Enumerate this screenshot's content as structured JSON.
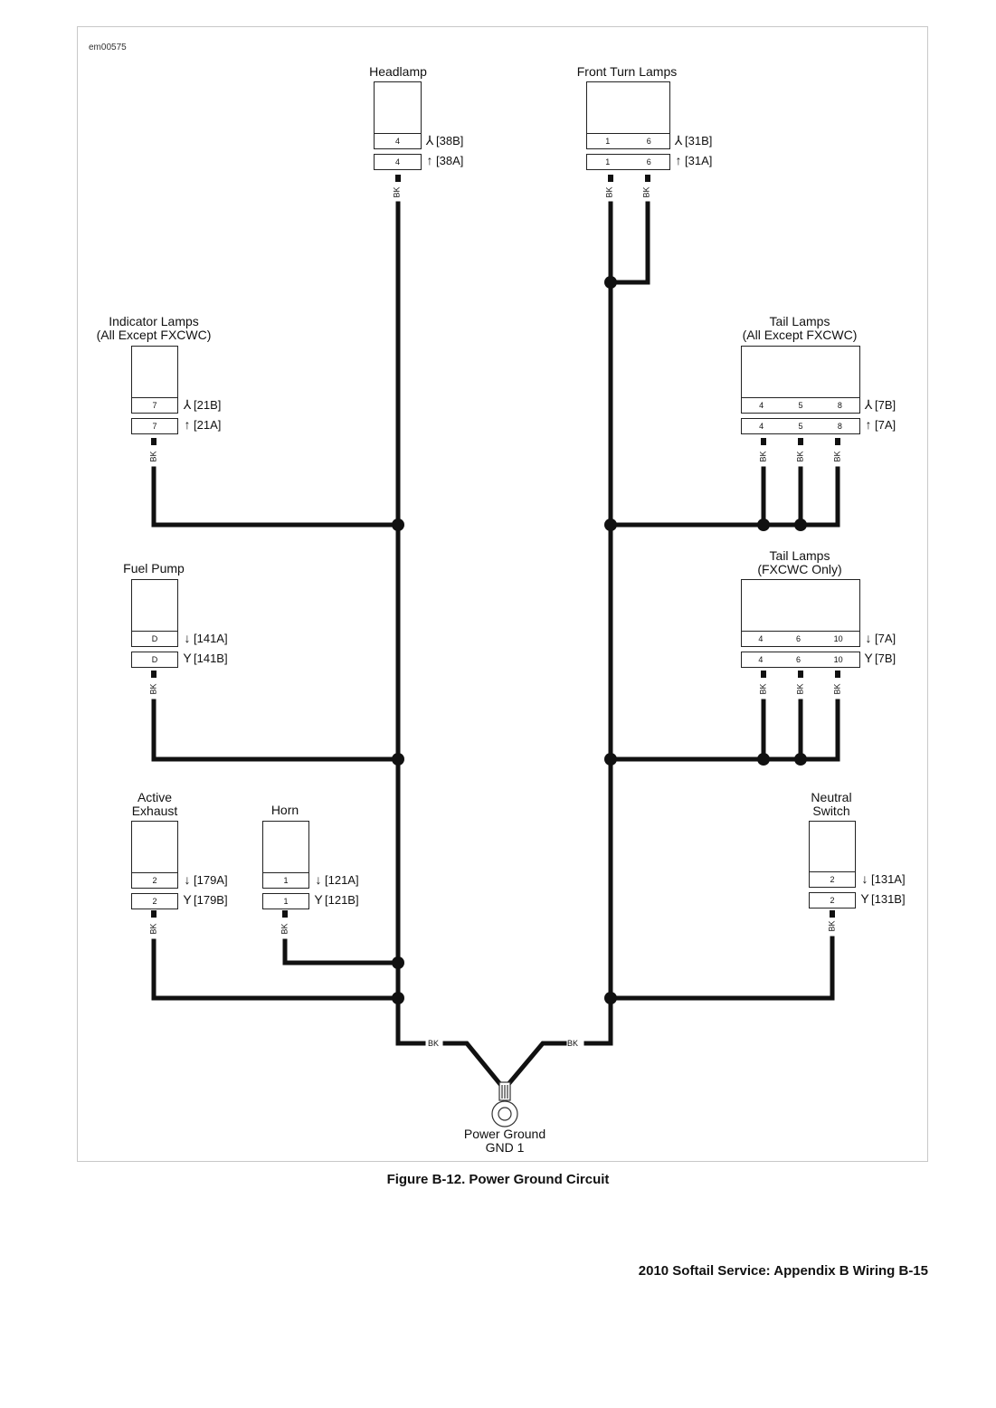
{
  "ref_id": "em00575",
  "components": {
    "headlamp": {
      "title": "Headlamp",
      "pins_b": [
        "4"
      ],
      "pins_a": [
        "4"
      ],
      "ref_b": "[38B]",
      "ref_a": "[38A]",
      "wire": "BK"
    },
    "front_turn": {
      "title": "Front Turn Lamps",
      "pins_b": [
        "1",
        "6"
      ],
      "pins_a": [
        "1",
        "6"
      ],
      "ref_b": "[31B]",
      "ref_a": "[31A]",
      "wires": [
        "BK",
        "BK"
      ]
    },
    "indicator": {
      "title_line1": "Indicator Lamps",
      "title_line2": "(All Except FXCWC)",
      "pins_b": [
        "7"
      ],
      "pins_a": [
        "7"
      ],
      "ref_b": "[21B]",
      "ref_a": "[21A]",
      "wire": "BK"
    },
    "tail_all": {
      "title_line1": "Tail Lamps",
      "title_line2": "(All Except FXCWC)",
      "pins_b": [
        "4",
        "5",
        "8"
      ],
      "pins_a": [
        "4",
        "5",
        "8"
      ],
      "ref_b": "[7B]",
      "ref_a": "[7A]",
      "wires": [
        "BK",
        "BK",
        "BK"
      ]
    },
    "fuel_pump": {
      "title": "Fuel Pump",
      "pins_1": [
        "D"
      ],
      "pins_2": [
        "D"
      ],
      "ref_1": "[141A]",
      "ref_2": "[141B]",
      "wire": "BK"
    },
    "tail_fxcwc": {
      "title_line1": "Tail Lamps",
      "title_line2": "(FXCWC Only)",
      "pins_1": [
        "4",
        "6",
        "10"
      ],
      "pins_2": [
        "4",
        "6",
        "10"
      ],
      "ref_1": "[7A]",
      "ref_2": "[7B]",
      "wires": [
        "BK",
        "BK",
        "BK"
      ]
    },
    "active_exhaust": {
      "title_line1": "Active",
      "title_line2": "Exhaust",
      "pins_1": [
        "2"
      ],
      "pins_2": [
        "2"
      ],
      "ref_1": "[179A]",
      "ref_2": "[179B]",
      "wire": "BK"
    },
    "horn": {
      "title": "Horn",
      "pins_1": [
        "1"
      ],
      "pins_2": [
        "1"
      ],
      "ref_1": "[121A]",
      "ref_2": "[121B]",
      "wire": "BK"
    },
    "neutral": {
      "title_line1": "Neutral",
      "title_line2": "Switch",
      "pins_1": [
        "2"
      ],
      "pins_2": [
        "2"
      ],
      "ref_1": "[131A]",
      "ref_2": "[131B]",
      "wire": "BK"
    }
  },
  "ground": {
    "wire_left": "BK",
    "wire_right": "BK",
    "label_line1": "Power Ground",
    "label_line2": "GND 1"
  },
  "symbols": {
    "female": "⅄",
    "male": "↑",
    "down_arrow": "↓",
    "y_socket": "Y"
  },
  "figure_caption": "Figure B-12. Power Ground Circuit",
  "footer": "2010 Softail Service: Appendix B Wiring  B-15",
  "colors": {
    "wire": "#111111",
    "line": "#222222"
  }
}
